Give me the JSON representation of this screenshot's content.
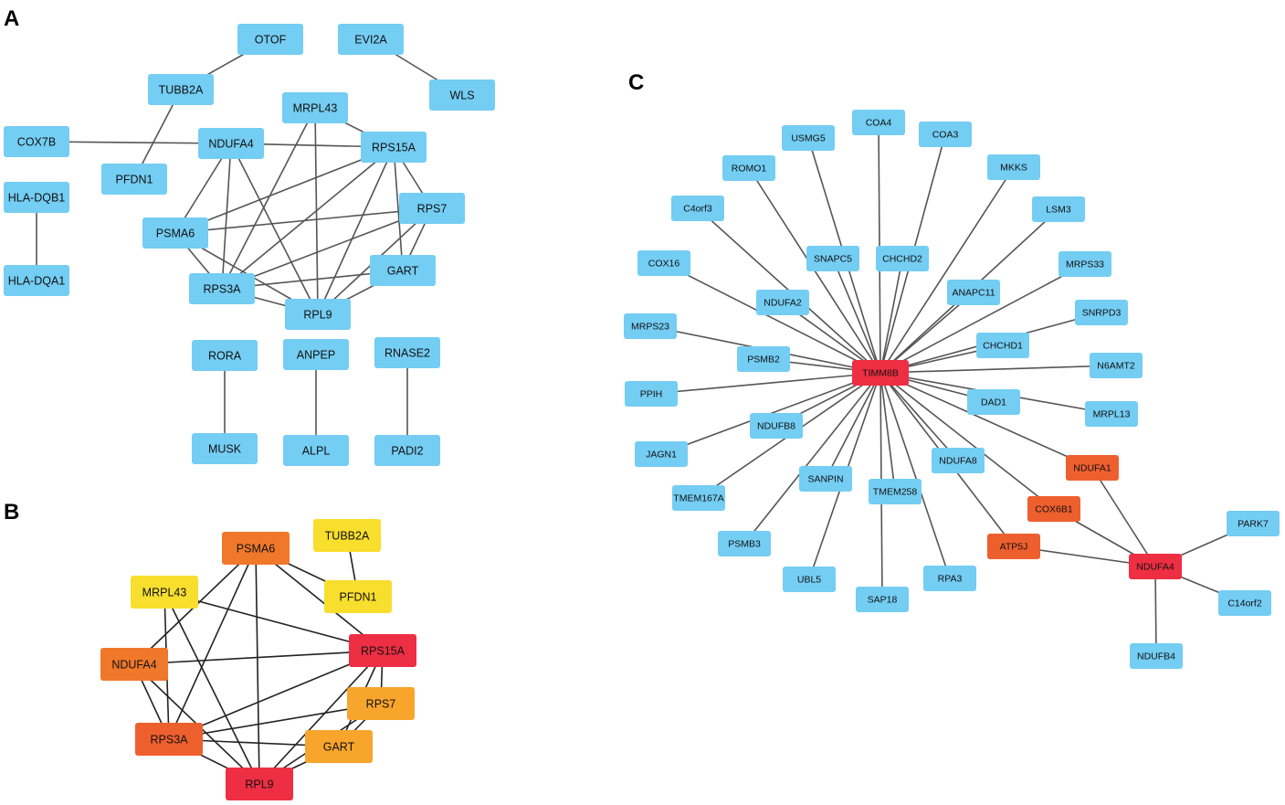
{
  "colors": {
    "blue": "#74CDF3",
    "red": "#EE2E43",
    "orange_red": "#EE5F2E",
    "orange": "#F0782A",
    "light_orange": "#F8A52C",
    "yellow": "#F8DE2D",
    "edge": "#555555"
  },
  "panels": [
    {
      "label": "A",
      "nodes": [
        {
          "id": "OTOF",
          "label": "OTOF",
          "color": "blue"
        },
        {
          "id": "EVI2A",
          "label": "EVI2A",
          "color": "blue"
        },
        {
          "id": "TUBB2A",
          "label": "TUBB2A",
          "color": "blue"
        },
        {
          "id": "WLS",
          "label": "WLS",
          "color": "blue"
        },
        {
          "id": "MRPL43",
          "label": "MRPL43",
          "color": "blue"
        },
        {
          "id": "COX7B",
          "label": "COX7B",
          "color": "blue"
        },
        {
          "id": "NDUFA4",
          "label": "NDUFA4",
          "color": "blue"
        },
        {
          "id": "RPS15A",
          "label": "RPS15A",
          "color": "blue"
        },
        {
          "id": "PFDN1",
          "label": "PFDN1",
          "color": "blue"
        },
        {
          "id": "HLA-DQB1",
          "label": "HLA-DQB1",
          "color": "blue"
        },
        {
          "id": "RPS7",
          "label": "RPS7",
          "color": "blue"
        },
        {
          "id": "PSMA6",
          "label": "PSMA6",
          "color": "blue"
        },
        {
          "id": "GART",
          "label": "GART",
          "color": "blue"
        },
        {
          "id": "HLA-DQA1",
          "label": "HLA-DQA1",
          "color": "blue"
        },
        {
          "id": "RPS3A",
          "label": "RPS3A",
          "color": "blue"
        },
        {
          "id": "RPL9",
          "label": "RPL9",
          "color": "blue"
        },
        {
          "id": "RORA",
          "label": "RORA",
          "color": "blue"
        },
        {
          "id": "ANPEP",
          "label": "ANPEP",
          "color": "blue"
        },
        {
          "id": "RNASE2",
          "label": "RNASE2",
          "color": "blue"
        },
        {
          "id": "MUSK",
          "label": "MUSK",
          "color": "blue"
        },
        {
          "id": "ALPL",
          "label": "ALPL",
          "color": "blue"
        },
        {
          "id": "PADI2",
          "label": "PADI2",
          "color": "blue"
        }
      ],
      "edges": [
        [
          "OTOF",
          "TUBB2A"
        ],
        [
          "EVI2A",
          "WLS"
        ],
        [
          "TUBB2A",
          "PFDN1"
        ],
        [
          "COX7B",
          "NDUFA4"
        ],
        [
          "HLA-DQB1",
          "HLA-DQA1"
        ],
        [
          "RORA",
          "MUSK"
        ],
        [
          "ANPEP",
          "ALPL"
        ],
        [
          "RNASE2",
          "PADI2"
        ],
        [
          "MRPL43",
          "RPS15A"
        ],
        [
          "MRPL43",
          "RPL9"
        ],
        [
          "MRPL43",
          "RPS3A"
        ],
        [
          "NDUFA4",
          "RPS15A"
        ],
        [
          "NDUFA4",
          "PSMA6"
        ],
        [
          "NDUFA4",
          "RPS3A"
        ],
        [
          "NDUFA4",
          "RPL9"
        ],
        [
          "RPS15A",
          "PSMA6"
        ],
        [
          "RPS15A",
          "RPS3A"
        ],
        [
          "RPS15A",
          "RPL9"
        ],
        [
          "RPS15A",
          "RPS7"
        ],
        [
          "RPS15A",
          "GART"
        ],
        [
          "PSMA6",
          "RPS3A"
        ],
        [
          "PSMA6",
          "RPL9"
        ],
        [
          "PSMA6",
          "RPS7"
        ],
        [
          "RPS7",
          "GART"
        ],
        [
          "RPS7",
          "RPS3A"
        ],
        [
          "RPS7",
          "RPL9"
        ],
        [
          "GART",
          "RPS3A"
        ],
        [
          "GART",
          "RPL9"
        ],
        [
          "RPS3A",
          "RPL9"
        ]
      ]
    },
    {
      "label": "B",
      "nodes": [
        {
          "id": "PSMA6",
          "label": "PSMA6",
          "color": "orange"
        },
        {
          "id": "TUBB2A",
          "label": "TUBB2A",
          "color": "yellow"
        },
        {
          "id": "MRPL43",
          "label": "MRPL43",
          "color": "yellow"
        },
        {
          "id": "PFDN1",
          "label": "PFDN1",
          "color": "yellow"
        },
        {
          "id": "RPS15A",
          "label": "RPS15A",
          "color": "red"
        },
        {
          "id": "NDUFA4",
          "label": "NDUFA4",
          "color": "orange"
        },
        {
          "id": "RPS7",
          "label": "RPS7",
          "color": "light_orange"
        },
        {
          "id": "RPS3A",
          "label": "RPS3A",
          "color": "orange_red"
        },
        {
          "id": "GART",
          "label": "GART",
          "color": "light_orange"
        },
        {
          "id": "RPL9",
          "label": "RPL9",
          "color": "red"
        }
      ],
      "edges": [
        [
          "TUBB2A",
          "PFDN1"
        ],
        [
          "PSMA6",
          "NDUFA4"
        ],
        [
          "PSMA6",
          "PFDN1"
        ],
        [
          "PSMA6",
          "RPS3A"
        ],
        [
          "PSMA6",
          "RPS15A"
        ],
        [
          "PSMA6",
          "RPL9"
        ],
        [
          "MRPL43",
          "RPS15A"
        ],
        [
          "MRPL43",
          "RPS3A"
        ],
        [
          "MRPL43",
          "RPL9"
        ],
        [
          "NDUFA4",
          "RPS15A"
        ],
        [
          "NDUFA4",
          "RPS3A"
        ],
        [
          "NDUFA4",
          "RPL9"
        ],
        [
          "RPS15A",
          "RPS3A"
        ],
        [
          "RPS15A",
          "RPL9"
        ],
        [
          "RPS15A",
          "RPS7"
        ],
        [
          "RPS15A",
          "GART"
        ],
        [
          "RPS7",
          "GART"
        ],
        [
          "RPS7",
          "RPS3A"
        ],
        [
          "RPS7",
          "RPL9"
        ],
        [
          "GART",
          "RPS3A"
        ],
        [
          "GART",
          "RPL9"
        ],
        [
          "RPS3A",
          "RPL9"
        ]
      ]
    },
    {
      "label": "C",
      "nodes": [
        {
          "id": "TIMM8B",
          "label": "TIMM8B",
          "color": "red"
        },
        {
          "id": "COA4",
          "label": "COA4",
          "color": "blue"
        },
        {
          "id": "USMG5",
          "label": "USMG5",
          "color": "blue"
        },
        {
          "id": "COA3",
          "label": "COA3",
          "color": "blue"
        },
        {
          "id": "ROMO1",
          "label": "ROMO1",
          "color": "blue"
        },
        {
          "id": "MKKS",
          "label": "MKKS",
          "color": "blue"
        },
        {
          "id": "C4orf3",
          "label": "C4orf3",
          "color": "blue"
        },
        {
          "id": "LSM3",
          "label": "LSM3",
          "color": "blue"
        },
        {
          "id": "SNAPC5",
          "label": "SNAPC5",
          "color": "blue"
        },
        {
          "id": "CHCHD2",
          "label": "CHCHD2",
          "color": "blue"
        },
        {
          "id": "COX16",
          "label": "COX16",
          "color": "blue"
        },
        {
          "id": "MRPS33",
          "label": "MRPS33",
          "color": "blue"
        },
        {
          "id": "ANAPC11",
          "label": "ANAPC11",
          "color": "blue"
        },
        {
          "id": "NDUFA2",
          "label": "NDUFA2",
          "color": "blue"
        },
        {
          "id": "SNRPD3",
          "label": "SNRPD3",
          "color": "blue"
        },
        {
          "id": "MRPS23",
          "label": "MRPS23",
          "color": "blue"
        },
        {
          "id": "CHCHD1",
          "label": "CHCHD1",
          "color": "blue"
        },
        {
          "id": "PSMB2",
          "label": "PSMB2",
          "color": "blue"
        },
        {
          "id": "N6AMT2",
          "label": "N6AMT2",
          "color": "blue"
        },
        {
          "id": "PPIH",
          "label": "PPIH",
          "color": "blue"
        },
        {
          "id": "DAD1",
          "label": "DAD1",
          "color": "blue"
        },
        {
          "id": "MRPL13",
          "label": "MRPL13",
          "color": "blue"
        },
        {
          "id": "NDUFB8",
          "label": "NDUFB8",
          "color": "blue"
        },
        {
          "id": "JAGN1",
          "label": "JAGN1",
          "color": "blue"
        },
        {
          "id": "NDUFA8",
          "label": "NDUFA8",
          "color": "blue"
        },
        {
          "id": "NDUFA1",
          "label": "NDUFA1",
          "color": "orange_red"
        },
        {
          "id": "SANPIN",
          "label": "SANPIN",
          "color": "blue"
        },
        {
          "id": "TMEM258",
          "label": "TMEM258",
          "color": "blue"
        },
        {
          "id": "TMEM167A",
          "label": "TMEM167A",
          "color": "blue"
        },
        {
          "id": "COX6B1",
          "label": "COX6B1",
          "color": "orange_red"
        },
        {
          "id": "PARK7",
          "label": "PARK7",
          "color": "blue"
        },
        {
          "id": "ATP5J",
          "label": "ATP5J",
          "color": "orange_red"
        },
        {
          "id": "PSMB3",
          "label": "PSMB3",
          "color": "blue"
        },
        {
          "id": "NDUFA4",
          "label": "NDUFA4",
          "color": "red"
        },
        {
          "id": "UBL5",
          "label": "UBL5",
          "color": "blue"
        },
        {
          "id": "RPA3",
          "label": "RPA3",
          "color": "blue"
        },
        {
          "id": "C14orf2",
          "label": "C14orf2",
          "color": "blue"
        },
        {
          "id": "SAP18",
          "label": "SAP18",
          "color": "blue"
        },
        {
          "id": "NDUFB4",
          "label": "NDUFB4",
          "color": "blue"
        }
      ],
      "edges": [
        [
          "TIMM8B",
          "COA4"
        ],
        [
          "TIMM8B",
          "USMG5"
        ],
        [
          "TIMM8B",
          "COA3"
        ],
        [
          "TIMM8B",
          "ROMO1"
        ],
        [
          "TIMM8B",
          "MKKS"
        ],
        [
          "TIMM8B",
          "C4orf3"
        ],
        [
          "TIMM8B",
          "LSM3"
        ],
        [
          "TIMM8B",
          "SNAPC5"
        ],
        [
          "TIMM8B",
          "CHCHD2"
        ],
        [
          "TIMM8B",
          "COX16"
        ],
        [
          "TIMM8B",
          "MRPS33"
        ],
        [
          "TIMM8B",
          "ANAPC11"
        ],
        [
          "TIMM8B",
          "NDUFA2"
        ],
        [
          "TIMM8B",
          "SNRPD3"
        ],
        [
          "TIMM8B",
          "MRPS23"
        ],
        [
          "TIMM8B",
          "CHCHD1"
        ],
        [
          "TIMM8B",
          "PSMB2"
        ],
        [
          "TIMM8B",
          "N6AMT2"
        ],
        [
          "TIMM8B",
          "PPIH"
        ],
        [
          "TIMM8B",
          "DAD1"
        ],
        [
          "TIMM8B",
          "MRPL13"
        ],
        [
          "TIMM8B",
          "NDUFB8"
        ],
        [
          "TIMM8B",
          "JAGN1"
        ],
        [
          "TIMM8B",
          "NDUFA8"
        ],
        [
          "TIMM8B",
          "NDUFA1"
        ],
        [
          "TIMM8B",
          "SANPIN"
        ],
        [
          "TIMM8B",
          "TMEM258"
        ],
        [
          "TIMM8B",
          "TMEM167A"
        ],
        [
          "TIMM8B",
          "COX6B1"
        ],
        [
          "TIMM8B",
          "ATP5J"
        ],
        [
          "TIMM8B",
          "PSMB3"
        ],
        [
          "TIMM8B",
          "UBL5"
        ],
        [
          "TIMM8B",
          "RPA3"
        ],
        [
          "TIMM8B",
          "SAP18"
        ],
        [
          "NDUFA4",
          "NDUFA1"
        ],
        [
          "NDUFA4",
          "COX6B1"
        ],
        [
          "NDUFA4",
          "ATP5J"
        ],
        [
          "NDUFA4",
          "PARK7"
        ],
        [
          "NDUFA4",
          "C14orf2"
        ],
        [
          "NDUFA4",
          "NDUFB4"
        ]
      ]
    }
  ]
}
